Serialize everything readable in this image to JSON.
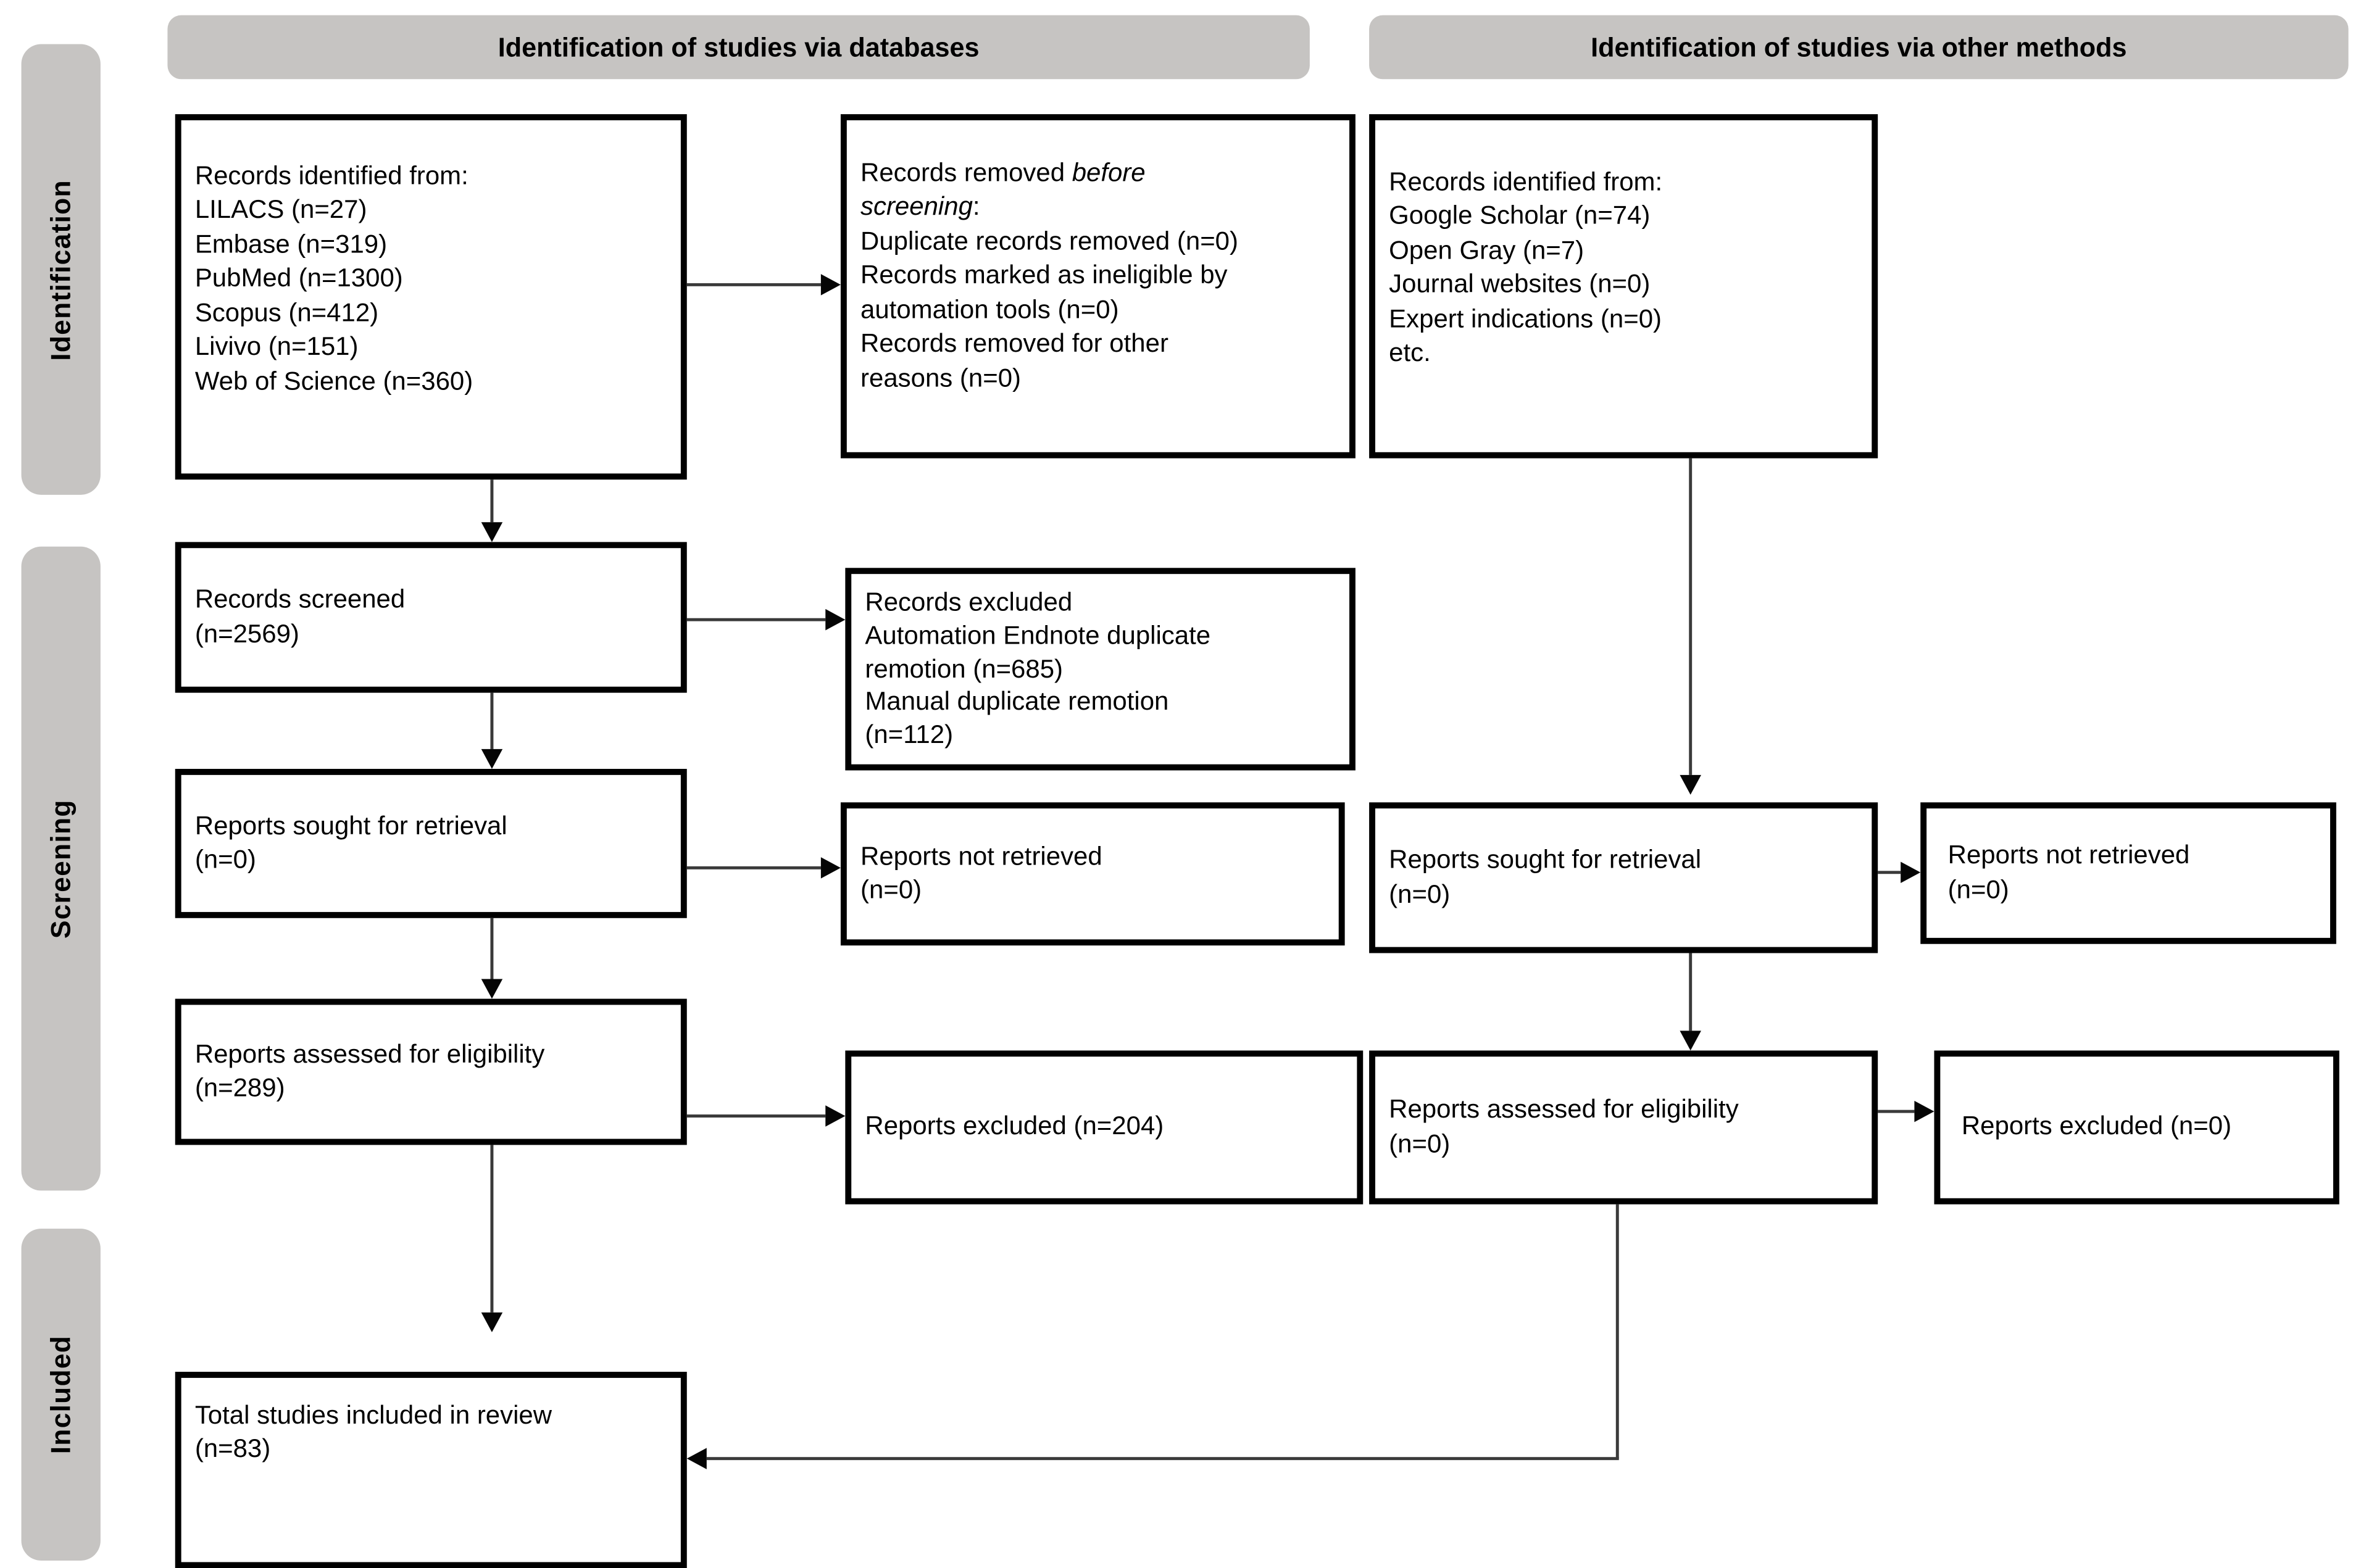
{
  "colors": {
    "band_gray": "#c6c4c2",
    "box_border": "#000000",
    "arrow_line": "#3a3a3a",
    "arrowhead": "#050505",
    "background": "#ffffff"
  },
  "headers": {
    "databases": "Identification of studies via databases",
    "other_methods": "Identification of studies via other methods"
  },
  "side_labels": {
    "identification": "Identification",
    "screening": "Screening",
    "included": "Included"
  },
  "boxes": {
    "db_identified": {
      "text": "Records identified from:\nLILACS (n=27)\nEmbase (n=319)\nPubMed (n=1300)\nScopus (n=412)\nLivivo (n=151)\nWeb of Science (n=360)"
    },
    "removed_before": {
      "pre": "Records removed ",
      "italic": "before\nscreening",
      "post": ":\nDuplicate records removed (n=0)\nRecords marked as ineligible by\nautomation tools (n=0)\nRecords removed for other\nreasons (n=0)"
    },
    "other_identified": {
      "line1": "Records identified from:",
      "emph": "Google Scholar (n=74)\nOpen Gray (n=7)",
      "rest": "Journal websites (n=0)\nExpert indications (n=0)\netc."
    },
    "records_screened": {
      "text": "Records screened\n(n=2569)"
    },
    "records_excluded": {
      "text": "Records excluded\nAutomation Endnote duplicate\nremotion (n=685)\nManual duplicate remotion\n(n=112)"
    },
    "reports_sought_db": {
      "text": "Reports sought for retrieval\n(n=0)"
    },
    "reports_not_retrieved_db": {
      "text": "Reports not retrieved\n(n=0)"
    },
    "reports_sought_other": {
      "text": "Reports sought for retrieval\n(n=0)"
    },
    "reports_not_retrieved_other": {
      "text": "Reports not retrieved\n(n=0)"
    },
    "reports_assessed_db": {
      "text": "Reports assessed for eligibility\n(n=289)"
    },
    "reports_excluded_db": {
      "text": "Reports excluded (n=204)"
    },
    "reports_assessed_other": {
      "text": "Reports assessed for eligibility\n(n=0)"
    },
    "reports_excluded_other": {
      "text": "Reports excluded (n=0)"
    },
    "total_included": {
      "text": "Total studies included in review\n(n=83)"
    }
  }
}
